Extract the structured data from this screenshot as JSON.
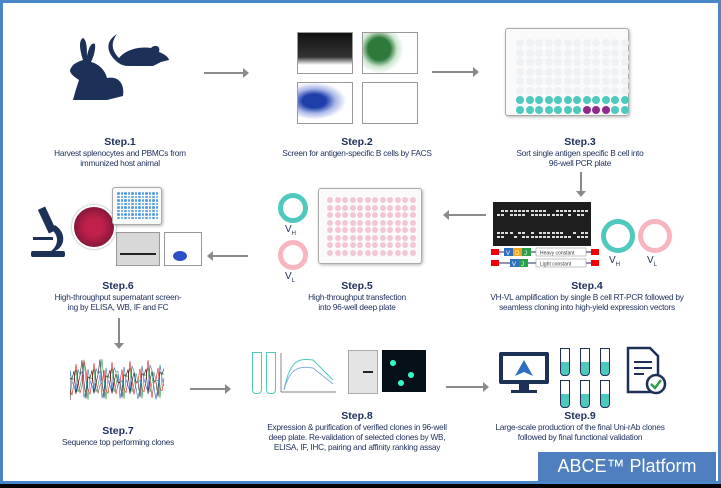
{
  "colors": {
    "frame": "#4a86c8",
    "text": "#1d2e5a",
    "badge": "#4f7fbf",
    "teal": "#4fc9bd",
    "pink": "#f4a8b3",
    "purple": "#8e2a8e"
  },
  "steps": [
    {
      "title": "Step.1",
      "desc": [
        "Harvest splenocytes and PBMCs from",
        "immunized host animal"
      ]
    },
    {
      "title": "Step.2",
      "desc": [
        "Screen for antigen-specific B cells by FACS"
      ]
    },
    {
      "title": "Step.3",
      "desc": [
        "Sort single antigen specific B cell into",
        "96-well PCR plate"
      ]
    },
    {
      "title": "Step.4",
      "desc": [
        "VH-VL amplification by single B cell RT-PCR followed by",
        "seamless cloning into high-yield expression vectors"
      ]
    },
    {
      "title": "Step.5",
      "desc": [
        "High-throughput transfection",
        "into 96-well deep plate"
      ]
    },
    {
      "title": "Step.6",
      "desc": [
        "High-throughput supernatant screen-",
        "ing by ELISA, WB, IF and FC"
      ]
    },
    {
      "title": "Step.7",
      "desc": [
        "Sequence top performing clones"
      ]
    },
    {
      "title": "Step.8",
      "desc": [
        "Expression & purification of verified clones in 96-well",
        "deep plate. Re-validation of selected clones by WB,",
        "ELISA, IF, IHC, pairing and affinity ranking assay"
      ]
    },
    {
      "title": "Step.9",
      "desc": [
        "Large-scale production of the final Uni-rAb clones",
        "followed by final functional validation"
      ]
    }
  ],
  "construct": {
    "v": "V",
    "d": "D",
    "j": "J",
    "heavy": "Heavy constant",
    "light": "Light constant"
  },
  "vectors": {
    "vh": "V",
    "vh_sub": "H",
    "vl": "V",
    "vl_sub": "L"
  },
  "badge": "ABCE™ Platform"
}
